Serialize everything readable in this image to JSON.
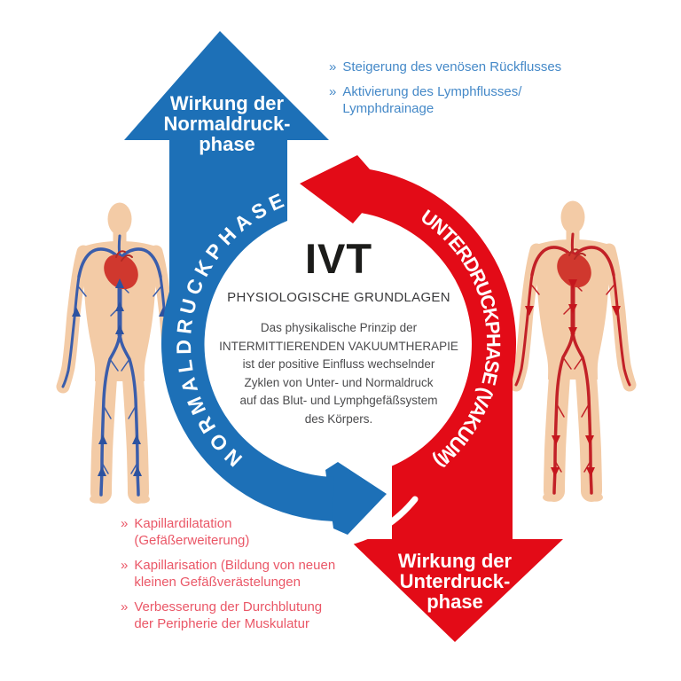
{
  "diagram": {
    "center": {
      "title": "IVT",
      "subtitle": "PHYSIOLOGISCHE GRUNDLAGEN",
      "body_lines": [
        "Das physikalische Prinzip der",
        "INTERMITTIERENDEN VAKUUMTHERAPIE",
        "ist der positive Einfluss wechselnder",
        "Zyklen von Unter- und Normaldruck",
        "auf das Blut- und Lymphgefäßsystem",
        "des Körpers."
      ]
    },
    "normal_phase": {
      "ring_label": "NORMALDRUCKPHASE",
      "heading_lines": [
        "Wirkung der",
        "Normaldruck-",
        "phase"
      ],
      "effects": [
        {
          "line1": "Steigerung des venösen Rückflusses",
          "line2": ""
        },
        {
          "line1": "Aktivierung des Lymphflusses/",
          "line2": "Lymphdrainage"
        }
      ],
      "arrow_color": "#1d70b7",
      "text_color": "#4589c8"
    },
    "vacuum_phase": {
      "ring_label": "UNTERDRUCKPHASE (VAKUUM)",
      "heading_lines": [
        "Wirkung der",
        "Unterdruck-",
        "phase"
      ],
      "effects": [
        {
          "line1": "Kapillardilatation",
          "line2": "(Gefäßerweiterung)"
        },
        {
          "line1": "Kapillarisation (Bildung von neuen",
          "line2": "kleinen Gefäßverästelungen"
        },
        {
          "line1": "Verbesserung der Durchblutung",
          "line2": "der Peripherie der Muskulatur"
        }
      ],
      "arrow_color": "#e30b17",
      "text_color": "#ea5767"
    },
    "bullet": "»",
    "icons": {
      "left_figure": "human-venous-system-figure",
      "right_figure": "human-arterial-system-figure"
    },
    "colors": {
      "skin": "#f3cba6",
      "vein_blue": "#3a5dab",
      "artery_red": "#c22127",
      "heart_red": "#d0382e"
    }
  }
}
